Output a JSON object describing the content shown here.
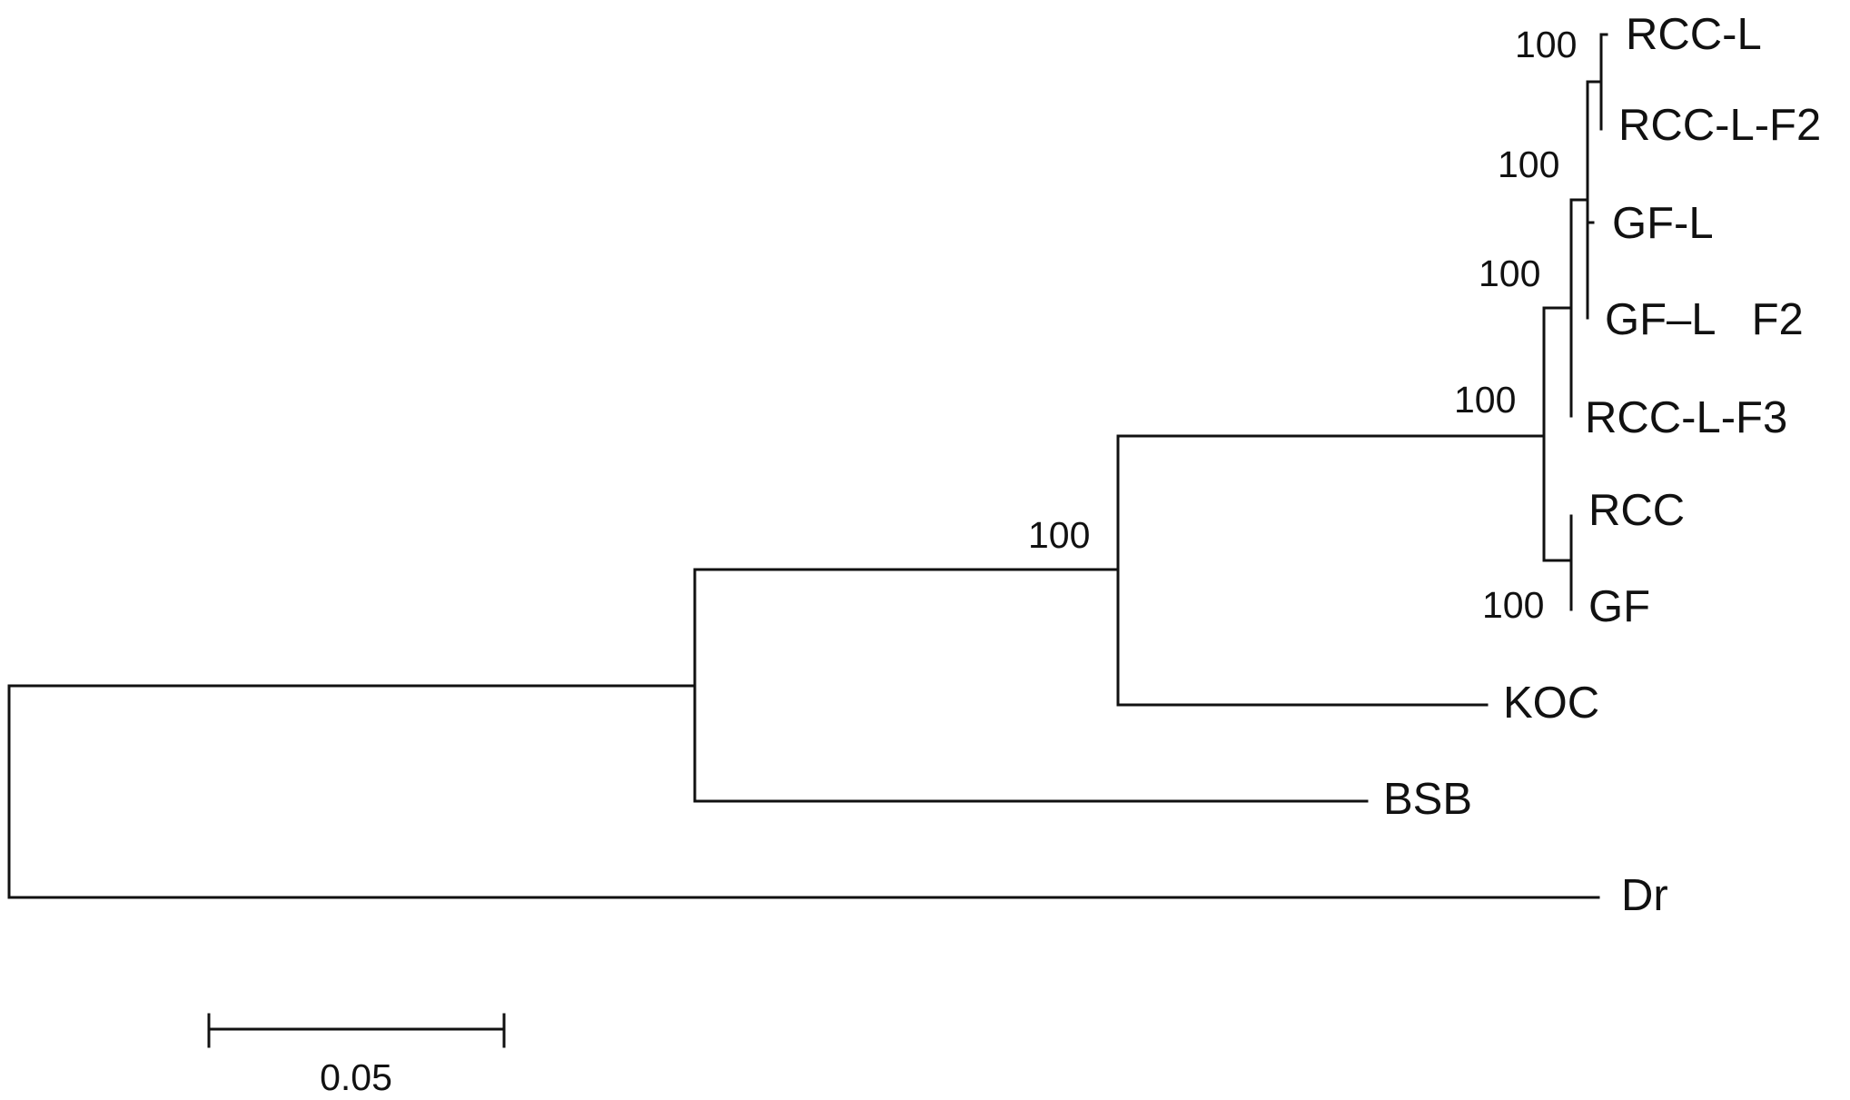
{
  "tree": {
    "taxa": [
      "RCC-L",
      "RCC-L-F2",
      "GF-L",
      "GF–L   F2",
      "RCC-L-F3",
      "RCC",
      "GF",
      "KOC",
      "BSB",
      "Dr"
    ],
    "bootstrap": [
      "100",
      "100",
      "100",
      "100",
      "100",
      "100"
    ],
    "scale_bar": {
      "value": 0.05,
      "label": "0.05"
    }
  }
}
